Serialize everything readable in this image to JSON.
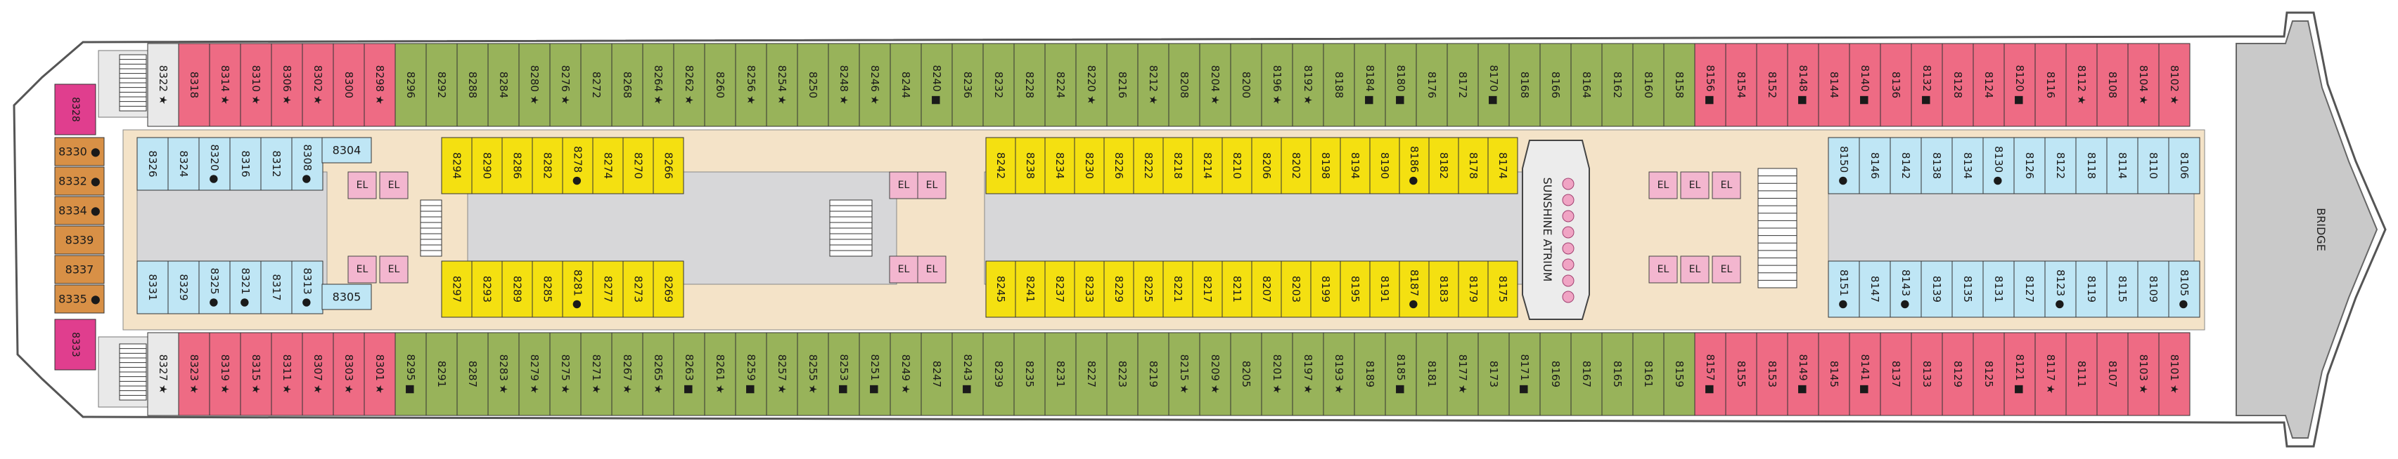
{
  "deck": {
    "bridge_label": "BRIDGE",
    "atrium_label": "SUNSHINE ATRIUM",
    "elevator_label": "EL"
  },
  "legend_colors": {
    "suite_red": "#ee6b84",
    "balcony_green": "#98b35a",
    "ocean_yellow": "#f4e011",
    "interior_blue": "#bfe6f5",
    "aft_orange": "#d89046",
    "aft_magenta": "#e03e8e",
    "hull_gray": "#c9c9c9",
    "corridor_beige": "#f4e3c8",
    "stairs": "#888888"
  },
  "cabins": {
    "top_outer": [
      "8322 ★",
      "8318",
      "8314 ★",
      "8310 ★",
      "8306 ★",
      "8302 ★",
      "8300",
      "8298 ★",
      "8296",
      "8292",
      "8288",
      "8284",
      "8280 ★",
      "8276 ★",
      "8272",
      "8268",
      "8264 ★",
      "8262 ★",
      "8260",
      "8256 ★",
      "8254 ★",
      "8250",
      "8248 ★",
      "8246 ★",
      "8244",
      "8240 ■",
      "8236",
      "8232",
      "8228",
      "8224",
      "8220 ★",
      "8216",
      "8212 ★",
      "8208",
      "8204 ★",
      "8200",
      "8196 ★",
      "8192 ★",
      "8188",
      "8184 ■",
      "8180 ■",
      "8176",
      "8172",
      "8170 ■",
      "8168",
      "8166",
      "8164",
      "8162",
      "8160",
      "8158",
      "8156 ■",
      "8154",
      "8152",
      "8148 ■",
      "8144",
      "8140 ■",
      "8136",
      "8132 ■",
      "8128",
      "8124",
      "8120 ■",
      "8116",
      "8112 ★",
      "8108",
      "8104 ★",
      "8102 ★"
    ],
    "bottom_outer": [
      "8327 ★",
      "8323 ★",
      "8319 ★",
      "8315 ★",
      "8311 ★",
      "8307 ★",
      "8303 ★",
      "8301 ★",
      "8295 ■",
      "8291",
      "8287",
      "8283 ★",
      "8279 ★",
      "8275 ★",
      "8271 ★",
      "8267 ★",
      "8265 ★",
      "8263 ■",
      "8261 ★",
      "8259 ■",
      "8257 ★",
      "8255 ★",
      "8253 ■",
      "8251 ■",
      "8249 ★",
      "8247",
      "8243 ■",
      "8239",
      "8235",
      "8231",
      "8227",
      "8223",
      "8219",
      "8215 ★",
      "8209 ★",
      "8205",
      "8201 ★",
      "8197 ★",
      "8193 ★",
      "8189",
      "8185 ■",
      "8181",
      "8177 ★",
      "8173",
      "8171 ■",
      "8169",
      "8167",
      "8165",
      "8161",
      "8159",
      "8157 ■",
      "8155",
      "8153",
      "8149 ■",
      "8145",
      "8141 ■",
      "8137",
      "8133",
      "8129",
      "8125",
      "8121 ■",
      "8117 ★",
      "8111",
      "8107",
      "8103 ★",
      "8101 ★"
    ],
    "top_inner_yellow_a": [
      "8294",
      "8290",
      "8286",
      "8282",
      "8278 ●",
      "8274",
      "8270",
      "8266"
    ],
    "top_inner_yellow_b": [
      "8242",
      "8238",
      "8234",
      "8230",
      "8226",
      "8222",
      "8218",
      "8214",
      "8210",
      "8206",
      "8202",
      "8198",
      "8194",
      "8190",
      "8186 ●",
      "8182",
      "8178",
      "8174"
    ],
    "bottom_inner_yellow_a": [
      "8297",
      "8293",
      "8289",
      "8285",
      "8281 ●",
      "8277",
      "8273",
      "8269"
    ],
    "bottom_inner_yellow_b": [
      "8245",
      "8241",
      "8237",
      "8233",
      "8229",
      "8225",
      "8221",
      "8217",
      "8211",
      "8207",
      "8203",
      "8199",
      "8195",
      "8191",
      "8187 ●",
      "8183",
      "8179",
      "8175"
    ],
    "aft_top_blue": [
      "8326",
      "8324",
      "8320 ●",
      "8316",
      "8312",
      "8308 ●"
    ],
    "aft_bottom_blue": [
      "8331",
      "8329",
      "8325 ●",
      "8321 ●",
      "8317",
      "8313 ●"
    ],
    "aft_mid_blue": [
      "8304",
      "8305"
    ],
    "fwd_top_blue": [
      "8150 ●",
      "8146",
      "8142",
      "8138",
      "8134",
      "8130 ●",
      "8126",
      "8122",
      "8118",
      "8114",
      "8110",
      "8106"
    ],
    "fwd_bottom_blue": [
      "8151 ●",
      "8147",
      "8143 ●",
      "8139",
      "8135",
      "8131",
      "8127",
      "8123 ●",
      "8119",
      "8115",
      "8109",
      "8105 ●"
    ],
    "stern_orange": [
      "8330 ●",
      "8332 ●",
      "8334 ●",
      "8339",
      "8337",
      "8335 ●"
    ],
    "stern_magenta": [
      "8328",
      "8333"
    ]
  }
}
